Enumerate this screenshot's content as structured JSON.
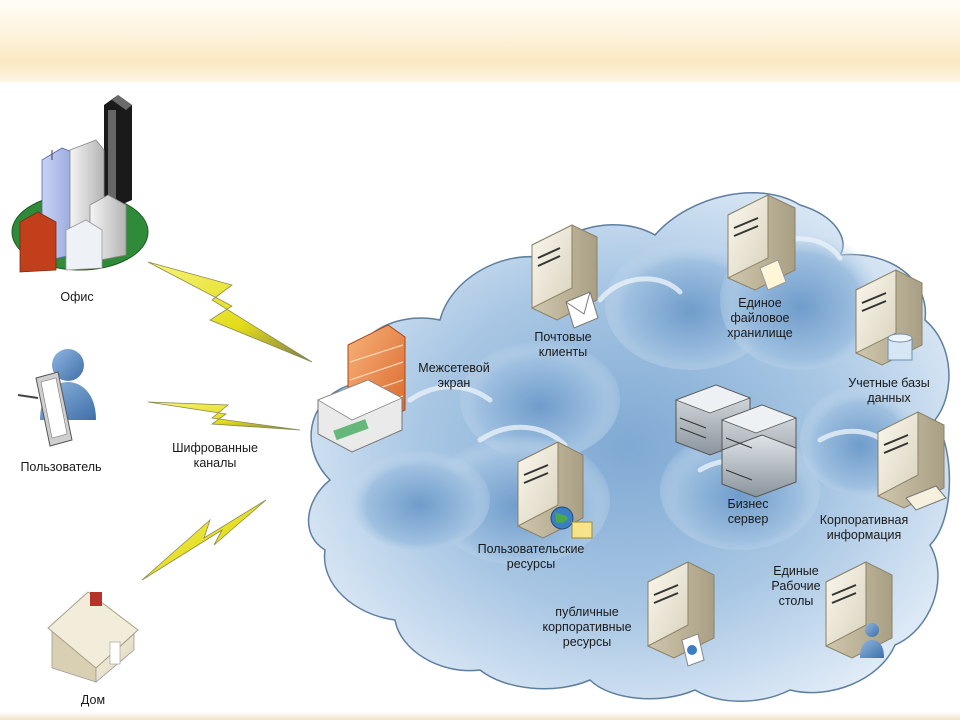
{
  "diagram": {
    "labels": {
      "office": "Офис",
      "user": "Пользователь",
      "home": "Дом",
      "encrypted_channels": [
        "Шифрованные",
        "каналы"
      ],
      "firewall": [
        "Межсетевой",
        "экран"
      ],
      "mail_clients": [
        "Почтовые",
        "клиенты"
      ],
      "file_storage": [
        "Единое",
        "файловое",
        "хранилище"
      ],
      "account_db": [
        "Учетные базы",
        "данных"
      ],
      "business_server": [
        "Бизнес",
        "сервер"
      ],
      "corporate_info": [
        "Корпоративная",
        "информация"
      ],
      "user_resources": [
        "Пользовательские",
        "ресурсы"
      ],
      "public_resources": [
        "публичные",
        "корпоративные",
        "ресурсы"
      ],
      "desktops": [
        "Единые",
        "Рабочие",
        "столы"
      ]
    }
  }
}
